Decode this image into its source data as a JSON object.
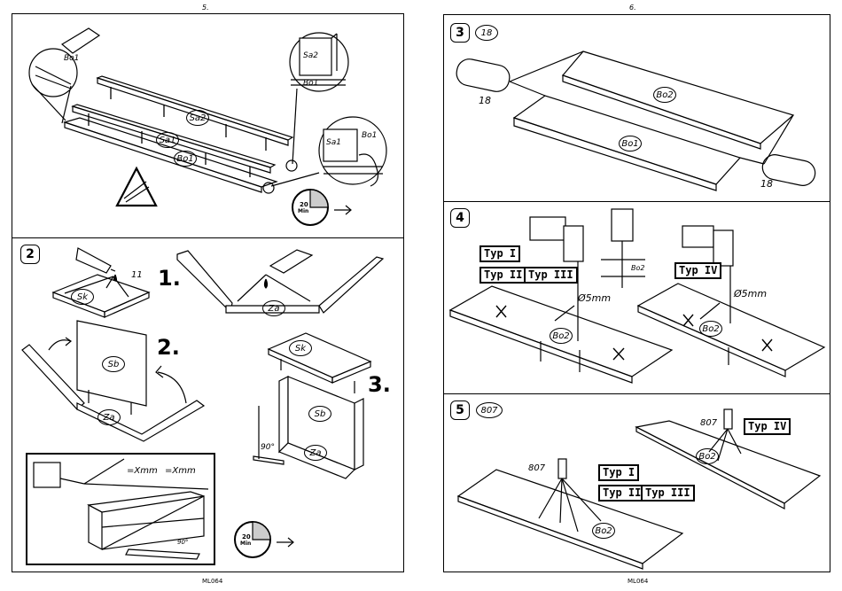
{
  "left_page": {
    "page_number": "5.",
    "footer_code": "ML064"
  },
  "right_page": {
    "page_number": "6.",
    "footer_code": "ML064"
  },
  "panel_top_left": {
    "labels": {
      "bo1_a": "Bo1",
      "sa2": "Sa2",
      "sa1": "Sa1",
      "bo1_b": "Bo1",
      "sa2_box": "Sa2",
      "bo1_box": "Bo1",
      "sa1_box": "Sa1",
      "bo1_box2": "Bo1"
    },
    "timer": {
      "value": "20",
      "unit": "Min"
    }
  },
  "panel_step2": {
    "step": "2",
    "glue_count": "11",
    "substeps": [
      "1.",
      "2.",
      "3."
    ],
    "labels": {
      "sk1": "Sk",
      "za1": "Za",
      "sb1": "Sb",
      "za2": "Za",
      "sk2": "Sk",
      "sb2": "Sb",
      "za3": "Za"
    },
    "angle": "90°",
    "measure1": "=Xmm",
    "measure2": "=Xmm",
    "angle2": "90°",
    "timer": {
      "value": "20",
      "unit": "Min"
    }
  },
  "panel_step3": {
    "step": "3",
    "count": "18",
    "dowel_qty_left": "18",
    "dowel_qty_right": "18",
    "labels": {
      "bo2": "Bo2",
      "bo1": "Bo1"
    }
  },
  "panel_step4": {
    "step": "4",
    "types_left": [
      "Typ I",
      "Typ II",
      "Typ III"
    ],
    "type_right": "Typ IV",
    "diameter_left": "Ø5mm",
    "diameter_right": "Ø5mm",
    "drill_detail_label": "Bo2",
    "labels": {
      "bo2_left": "Bo2",
      "bo2_right": "Bo2"
    },
    "marks": [
      "X",
      "X",
      "X",
      "X"
    ]
  },
  "panel_step5": {
    "step": "5",
    "count": "807",
    "screw_left": "807",
    "screw_right": "807",
    "types_left": [
      "Typ I",
      "Typ II",
      "Typ III"
    ],
    "type_right": "Typ IV",
    "labels": {
      "bo2_left": "Bo2",
      "bo2_right": "Bo2"
    }
  }
}
